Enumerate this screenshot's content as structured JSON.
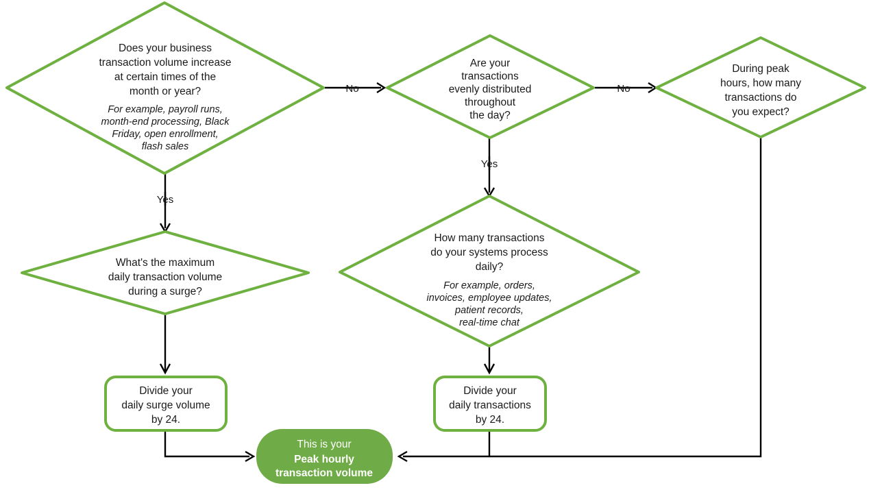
{
  "diagram": {
    "type": "flowchart",
    "title": "Peak hourly transaction volume decision flow",
    "colors": {
      "node_stroke": "#6fb141",
      "terminal_fill": "#6fab46",
      "connector": "#000000",
      "text": "#1a1a1a",
      "background": "#ffffff"
    },
    "nodes": [
      {
        "id": "q-seasonality",
        "shape": "diamond",
        "lines": [
          "Does your business",
          "transaction volume increase",
          "at certain times of the",
          "month or year?"
        ],
        "example_lines": [
          "For example, payroll runs,",
          "month-end processing, Black",
          "Friday, open enrollment,",
          "flash sales"
        ]
      },
      {
        "id": "q-even-distribution",
        "shape": "diamond",
        "lines": [
          "Are your",
          "transactions",
          "evenly distributed",
          "throughout",
          "the day?"
        ],
        "example_lines": []
      },
      {
        "id": "q-peak-hours",
        "shape": "diamond",
        "lines": [
          "During peak",
          "hours, how many",
          "transactions do",
          "you expect?"
        ],
        "example_lines": []
      },
      {
        "id": "q-max-surge",
        "shape": "diamond",
        "lines": [
          "What's the maximum",
          "daily transaction volume",
          "during a surge?"
        ],
        "example_lines": []
      },
      {
        "id": "q-daily-volume",
        "shape": "diamond",
        "lines": [
          "How many transactions",
          "do your systems process",
          "daily?"
        ],
        "example_lines": [
          "For example, orders,",
          "invoices, employee updates,",
          "patient records,",
          "real-time chat"
        ]
      },
      {
        "id": "a-divide-surge",
        "shape": "rounded-box",
        "lines": [
          "Divide your",
          "daily surge volume",
          "by 24."
        ],
        "example_lines": []
      },
      {
        "id": "a-divide-daily",
        "shape": "rounded-box",
        "lines": [
          "Divide your",
          "daily transactions",
          "by 24."
        ],
        "example_lines": []
      },
      {
        "id": "result-peak-hourly",
        "shape": "terminal-pill",
        "lines": [
          "This is your",
          "Peak hourly",
          "transaction volume"
        ],
        "bold_lines": [
          "Peak hourly",
          "transaction volume"
        ],
        "example_lines": []
      }
    ],
    "edges": [
      {
        "id": "edge-seasonality-no",
        "from": "q-seasonality",
        "to": "q-even-distribution",
        "label": "No"
      },
      {
        "id": "edge-seasonality-yes",
        "from": "q-seasonality",
        "to": "q-max-surge",
        "label": "Yes"
      },
      {
        "id": "edge-even-no",
        "from": "q-even-distribution",
        "to": "q-peak-hours",
        "label": "No"
      },
      {
        "id": "edge-even-yes",
        "from": "q-even-distribution",
        "to": "q-daily-volume",
        "label": "Yes"
      },
      {
        "id": "edge-max-surge-to-divide",
        "from": "q-max-surge",
        "to": "a-divide-surge",
        "label": ""
      },
      {
        "id": "edge-daily-volume-to-divide",
        "from": "q-daily-volume",
        "to": "a-divide-daily",
        "label": ""
      },
      {
        "id": "edge-divide-surge-to-result",
        "from": "a-divide-surge",
        "to": "result-peak-hourly",
        "label": ""
      },
      {
        "id": "edge-divide-daily-to-result",
        "from": "a-divide-daily",
        "to": "result-peak-hourly",
        "label": ""
      },
      {
        "id": "edge-peak-hours-to-result",
        "from": "q-peak-hours",
        "to": "result-peak-hourly",
        "label": ""
      }
    ],
    "edge_labels": {
      "no_1": "No",
      "no_2": "No",
      "yes_1": "Yes",
      "yes_2": "Yes"
    }
  }
}
